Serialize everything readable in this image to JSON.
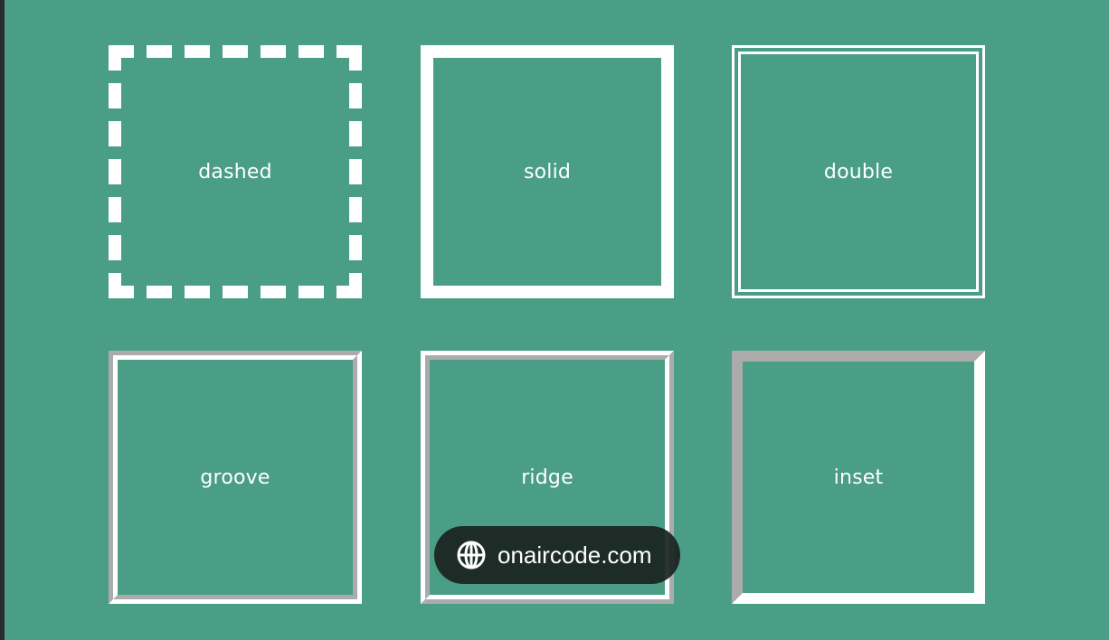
{
  "boxes": {
    "dashed": "dashed",
    "solid": "solid",
    "double": "double",
    "groove": "groove",
    "ridge": "ridge",
    "inset": "inset"
  },
  "badge": {
    "text": "onaircode.com",
    "icon": "globe-icon"
  },
  "colors": {
    "background": "#4a9e85",
    "border": "#ffffff",
    "badge_background": "#1f2a27"
  }
}
